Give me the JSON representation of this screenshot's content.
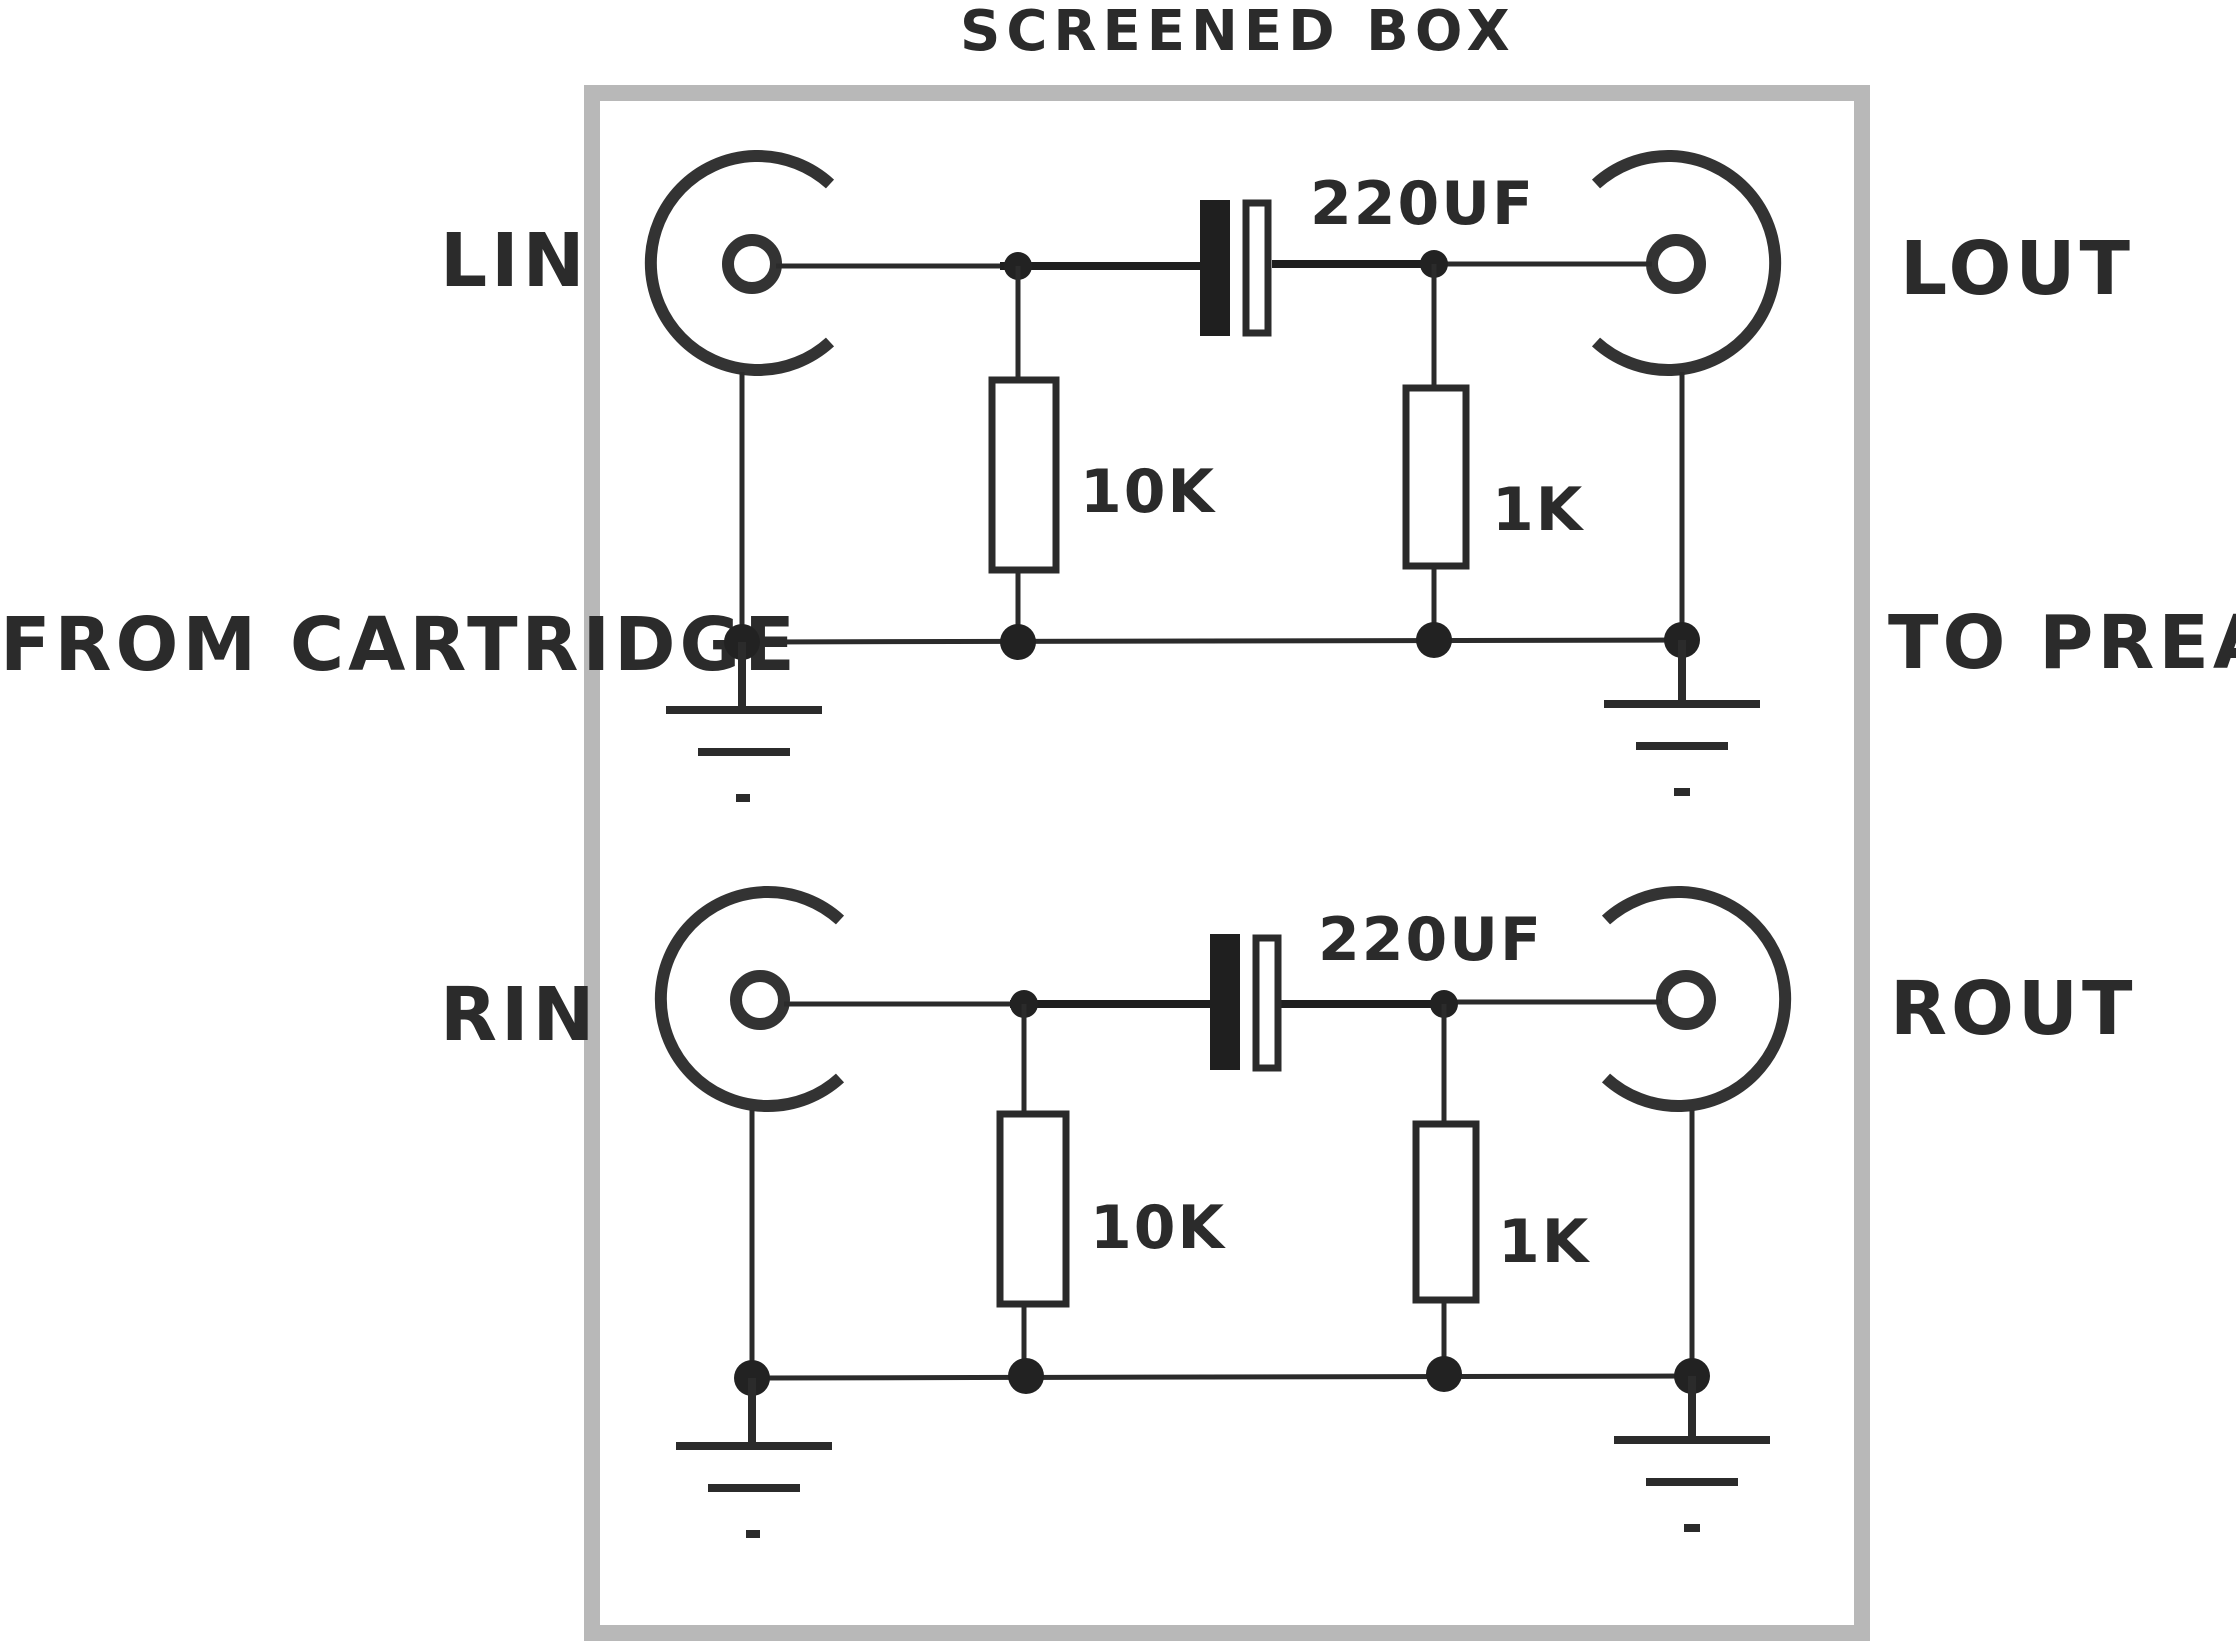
{
  "box": {
    "title": "SCREENED BOX",
    "border_color": "#b8b8b8"
  },
  "left_side": {
    "label": "FROM CARTRIDGE"
  },
  "right_side": {
    "label": "TO PREAMP"
  },
  "channels": [
    {
      "name": "left",
      "input_label": "LIN",
      "output_label": "LOUT",
      "capacitor_label": "220UF",
      "resistor_input_label": "10K",
      "resistor_output_label": "1K",
      "ground_small_label": "-",
      "ground_small_label_right": "-"
    },
    {
      "name": "right",
      "input_label": "RIN",
      "output_label": "ROUT",
      "capacitor_label": "220UF",
      "resistor_input_label": "10K",
      "resistor_output_label": "1K",
      "ground_small_label": "-",
      "ground_small_label_right": "-"
    }
  ],
  "colors": {
    "ink": "#2b2b2b",
    "frame": "#b8b8b8",
    "background": "#ffffff"
  }
}
